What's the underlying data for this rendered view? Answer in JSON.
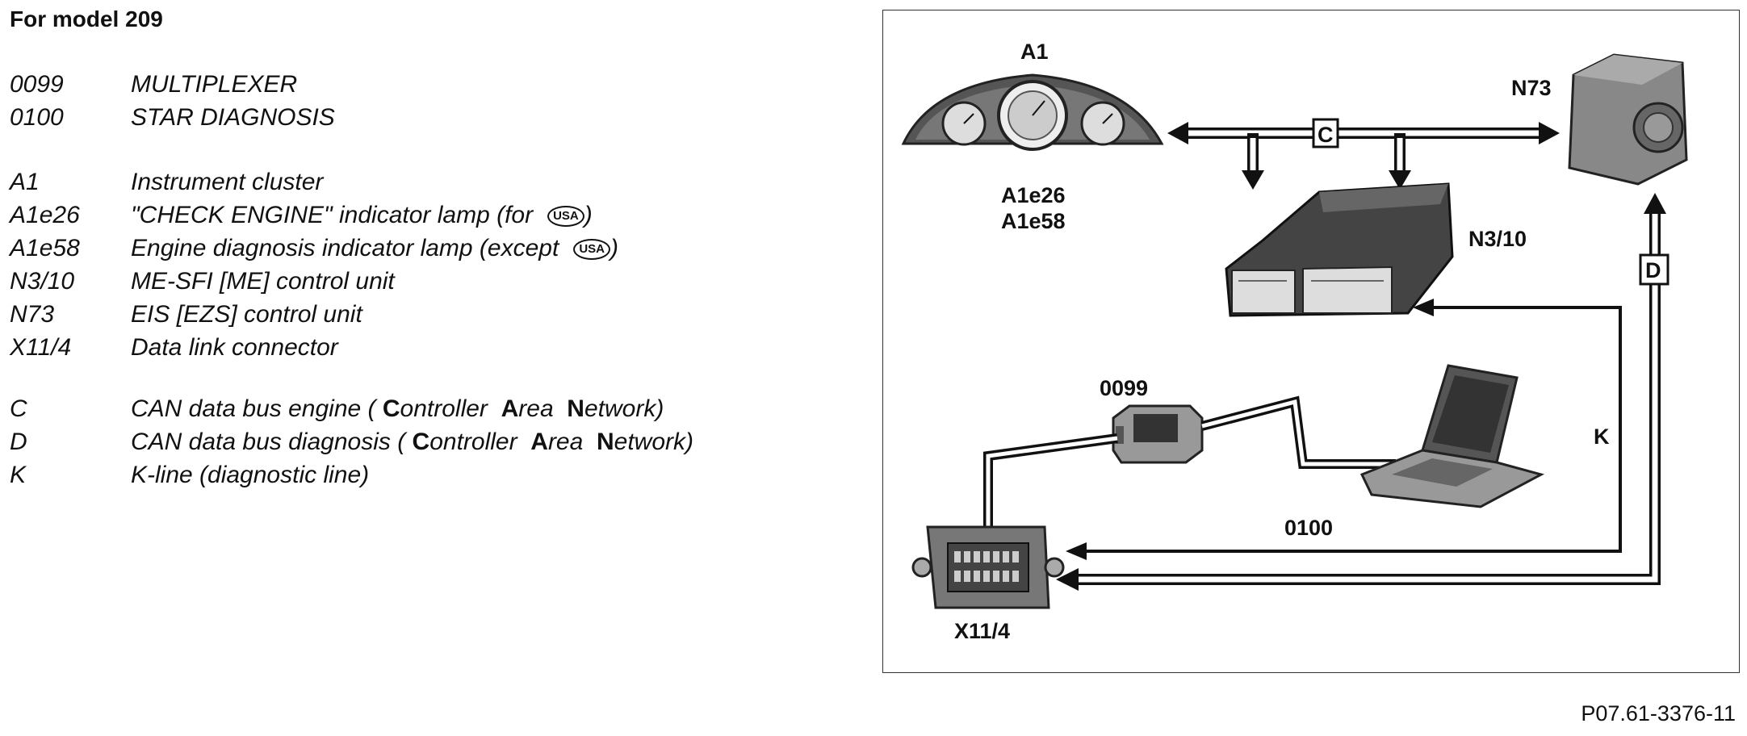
{
  "heading": "For model 209",
  "equipment": [
    {
      "code": "0099",
      "desc": "MULTIPLEXER"
    },
    {
      "code": "0100",
      "desc": "STAR DIAGNOSIS"
    }
  ],
  "components": [
    {
      "code": "A1",
      "desc": "Instrument cluster"
    },
    {
      "code": "A1e26",
      "desc": "\"CHECK ENGINE\" indicator lamp (for",
      "badge": "USA",
      "tail": ")"
    },
    {
      "code": "A1e58",
      "desc": "Engine diagnosis indicator lamp (except",
      "badge": "USA",
      "tail": ")"
    },
    {
      "code": "N3/10",
      "desc": "ME-SFI [ME] control unit"
    },
    {
      "code": "N73",
      "desc": "EIS [EZS] control unit"
    },
    {
      "code": "X11/4",
      "desc": "Data link connector"
    }
  ],
  "lines": [
    {
      "code": "C",
      "desc_prefix": "CAN data bus engine (",
      "w1_cap": "C",
      "w1_rest": "ontroller",
      "w2_cap": "A",
      "w2_rest": "rea",
      "w3_cap": "N",
      "w3_rest": "etwork)"
    },
    {
      "code": "D",
      "desc_prefix": "CAN data bus diagnosis (",
      "w1_cap": "C",
      "w1_rest": "ontroller",
      "w2_cap": "A",
      "w2_rest": "rea",
      "w3_cap": "N",
      "w3_rest": "etwork)"
    },
    {
      "code": "K",
      "desc": "K-line (diagnostic line)"
    }
  ],
  "diagram": {
    "label_a1": "A1",
    "label_a1e26": "A1e26",
    "label_a1e58": "A1e58",
    "label_n73": "N73",
    "label_n310": "N3/10",
    "label_c": "C",
    "label_d": "D",
    "label_k": "K",
    "label_0099": "0099",
    "label_0100": "0100",
    "label_x114": "X11/4"
  },
  "figure_ref": "P07.61-3376-11"
}
